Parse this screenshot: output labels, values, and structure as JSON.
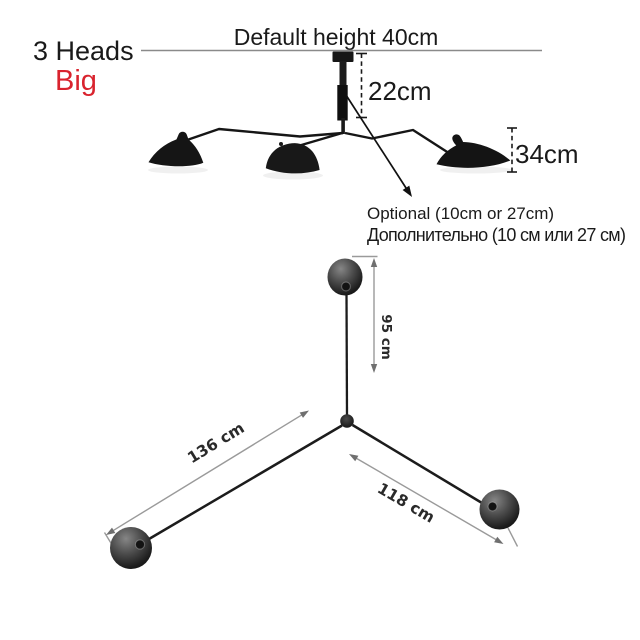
{
  "title": {
    "heads": "3 Heads",
    "size": "Big"
  },
  "side_view": {
    "default_height_label": "Default height 40cm",
    "rod_length_label": "22cm",
    "shade_height_label": "34cm",
    "optional_en": "Optional (10cm or 27cm)",
    "optional_ru": "Дополнительно (10 см или 27 см)"
  },
  "top_view": {
    "arm_up_length": "95 cm",
    "arm_left_length": "136 cm",
    "arm_right_length": "118 cm"
  },
  "colors": {
    "accent_red": "#d9232e",
    "ink": "#1a1a1a",
    "dim_gray": "#9a9a9a"
  }
}
